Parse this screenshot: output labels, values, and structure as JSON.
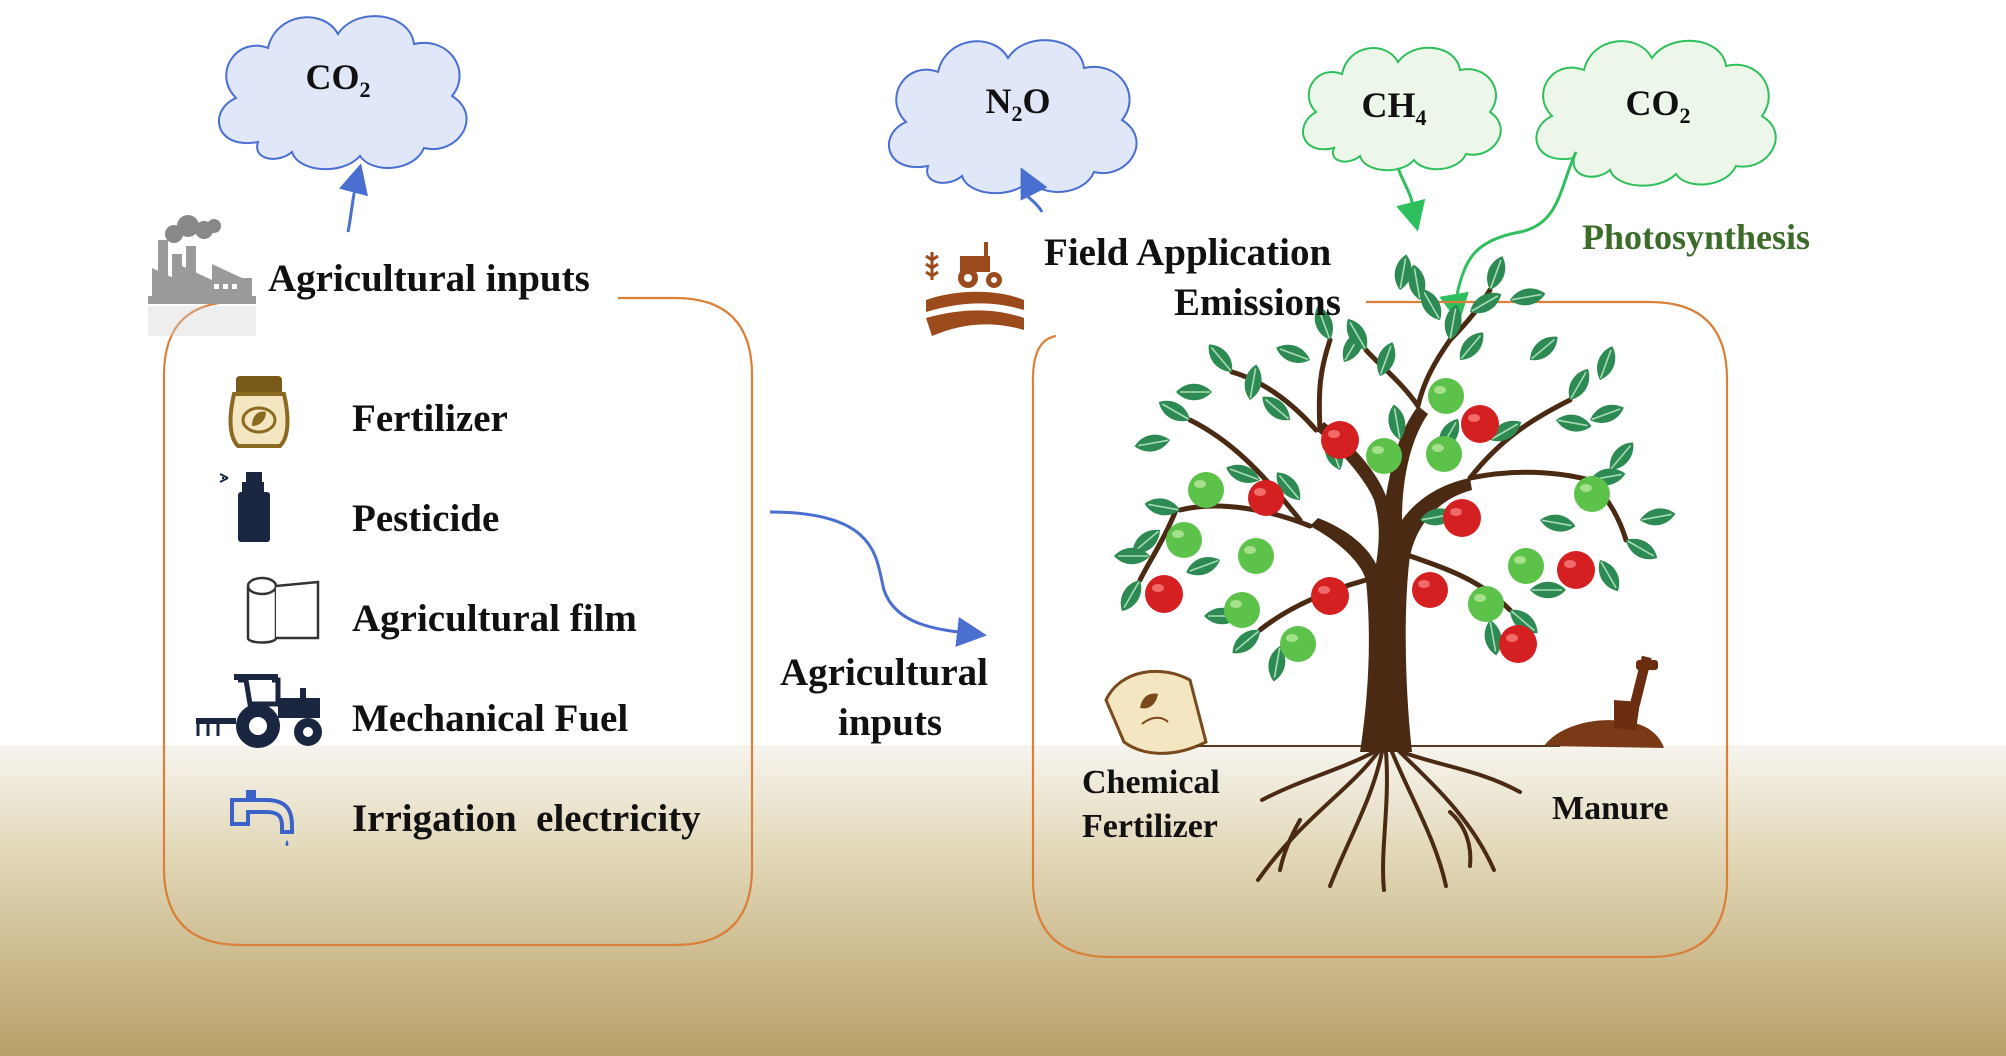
{
  "clouds": {
    "co2_left": {
      "base": "CO",
      "sub": "2",
      "color": "#4a6fd1"
    },
    "n2o": {
      "base": "N",
      "sub": "2",
      "tail": "O",
      "color": "#4a6fd1"
    },
    "ch4": {
      "base": "CH",
      "sub": "4",
      "color": "#2fbf5c"
    },
    "co2_right": {
      "base": "CO",
      "sub": "2",
      "color": "#2fbf5c"
    }
  },
  "left_panel": {
    "title": "Agricultural inputs",
    "items": [
      {
        "label": "Fertilizer",
        "icon": "fertilizer-bag-icon"
      },
      {
        "label": "Pesticide",
        "icon": "spray-bottle-icon"
      },
      {
        "label": "Agricultural film",
        "icon": "film-roll-icon"
      },
      {
        "label": "Mechanical Fuel",
        "icon": "tractor-icon"
      },
      {
        "label": "Irrigation  electricity",
        "icon": "water-tap-icon"
      }
    ]
  },
  "middle": {
    "line1": "Agricultural",
    "line2": "inputs"
  },
  "right_panel": {
    "title_line1": "Field Application",
    "title_line2": "Emissions",
    "photosynthesis": "Photosynthesis",
    "chemical_line1": "Chemical",
    "chemical_line2": "Fertilizer",
    "manure": "Manure"
  },
  "colors": {
    "panel_border": "#d9803a",
    "blue_arrow": "#4a6fd1",
    "green_arrow": "#2fbf5c",
    "photosynthesis_text": "#3d6b2a",
    "soil_top": "#f4f2ea",
    "soil_bottom": "#b9a26a"
  }
}
